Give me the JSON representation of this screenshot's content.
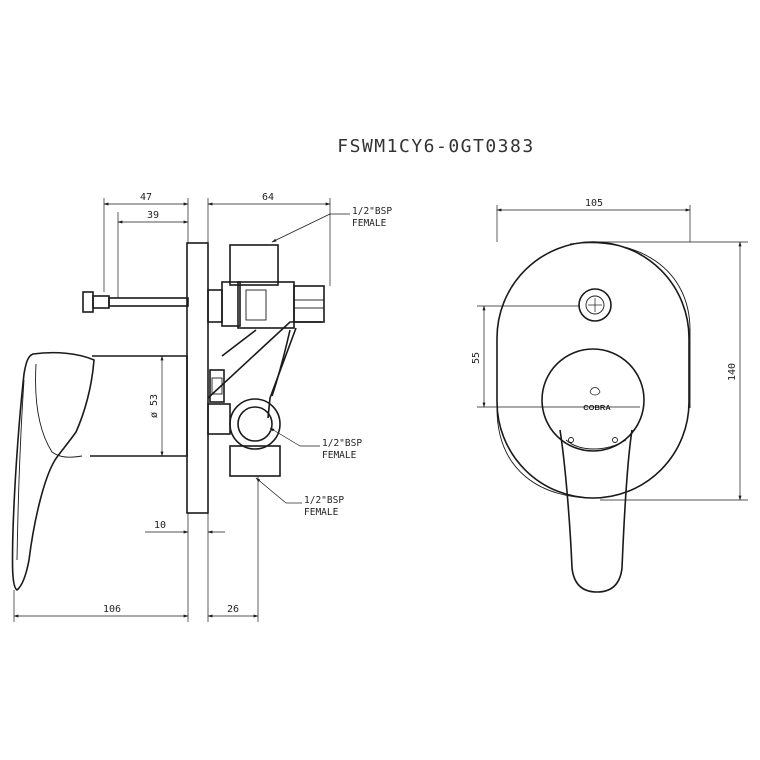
{
  "drawing": {
    "model_code": "FSWM1CY6-0GT0383",
    "brand_mark": "COBRA",
    "side_view": {
      "dim_47": "47",
      "dim_39": "39",
      "dim_64": "64",
      "dim_d53": "ø 53",
      "dim_10": "10",
      "dim_106": "106",
      "dim_26": "26",
      "conn_top": [
        "1/2\"BSP",
        "FEMALE"
      ],
      "conn_mid": [
        "1/2\"BSP",
        "FEMALE"
      ],
      "conn_bottom": [
        "1/2\"BSP",
        "FEMALE"
      ]
    },
    "front_view": {
      "dim_105": "105",
      "dim_55": "55",
      "dim_140": "140"
    }
  }
}
